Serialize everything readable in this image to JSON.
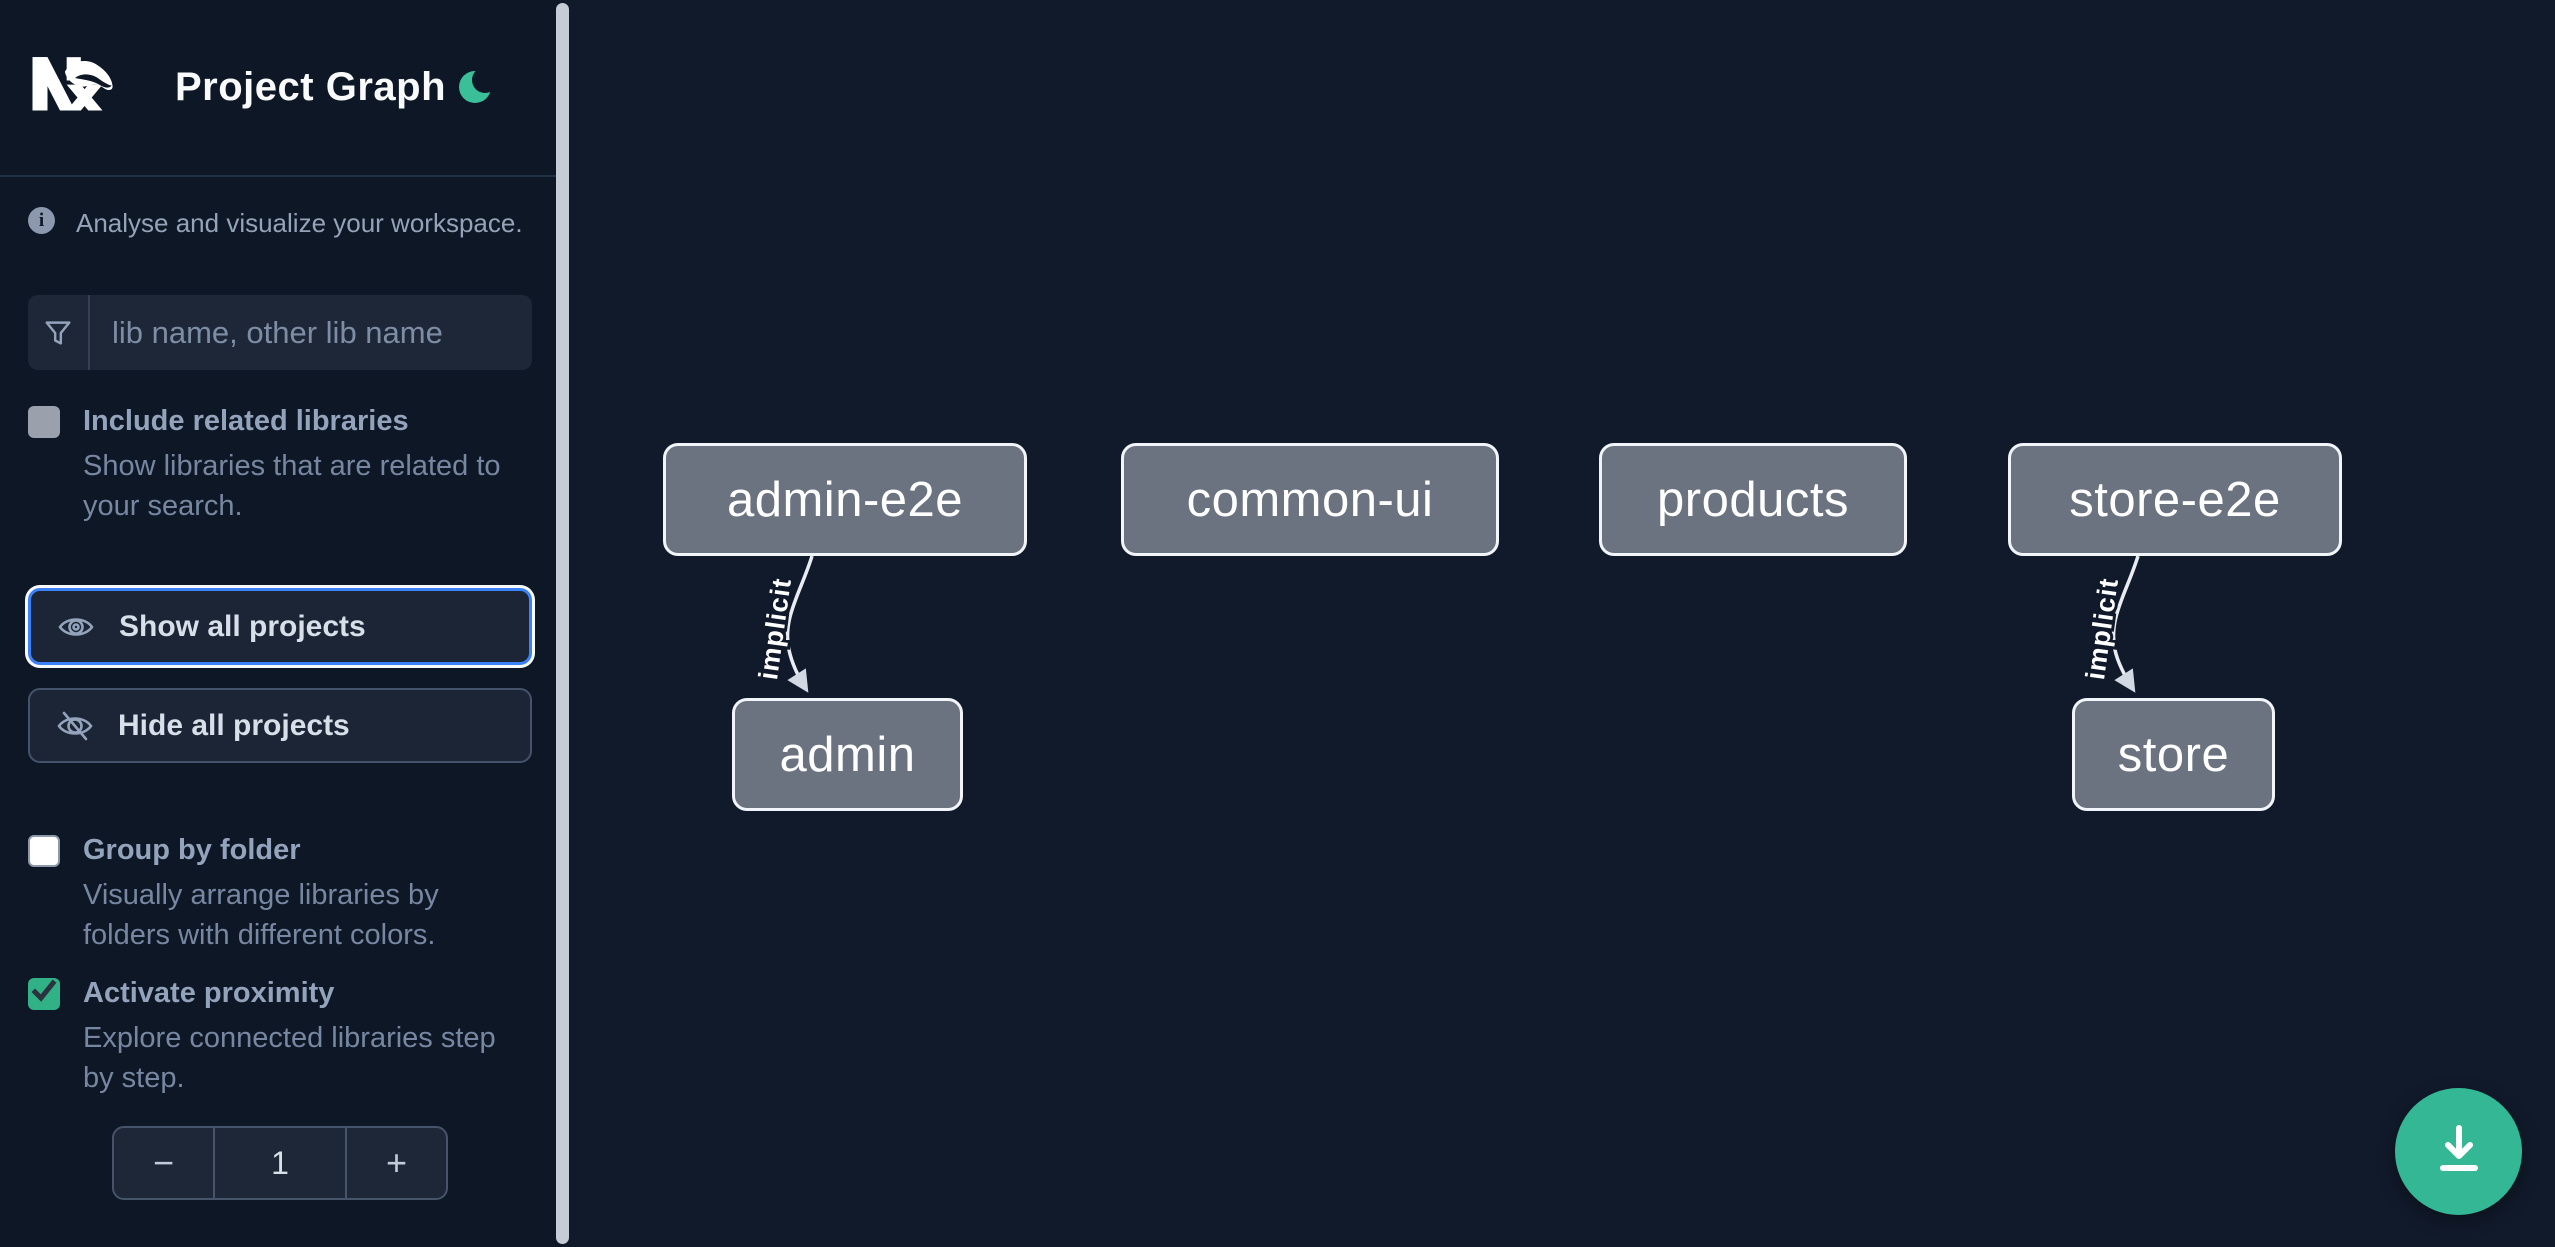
{
  "header": {
    "title": "Project Graph"
  },
  "sidebar": {
    "info_text": "Analyse and visualize your workspace.",
    "search": {
      "placeholder": "lib name, other lib name",
      "value": ""
    },
    "include_related": {
      "label": "Include related libraries",
      "desc_line1": "Show libraries that are related to",
      "desc_line2": "your search.",
      "checked": false,
      "disabled": true
    },
    "buttons": {
      "show_all": "Show all projects",
      "hide_all": "Hide all projects"
    },
    "group_by_folder": {
      "label": "Group by folder",
      "desc_line1": "Visually arrange libraries by",
      "desc_line2": "folders with different colors.",
      "checked": false
    },
    "proximity": {
      "label": "Activate proximity",
      "desc_line1": "Explore connected libraries step",
      "desc_line2": "by step.",
      "checked": true
    },
    "stepper": {
      "decrement": "−",
      "value": "1",
      "increment": "+"
    }
  },
  "graph": {
    "nodes": [
      {
        "id": "admin-e2e",
        "label": "admin-e2e"
      },
      {
        "id": "common-ui",
        "label": "common-ui"
      },
      {
        "id": "products",
        "label": "products"
      },
      {
        "id": "store-e2e",
        "label": "store-e2e"
      },
      {
        "id": "admin",
        "label": "admin"
      },
      {
        "id": "store",
        "label": "store"
      }
    ],
    "edges": [
      {
        "source": "admin-e2e",
        "target": "admin",
        "label": "implicit"
      },
      {
        "source": "store-e2e",
        "target": "store",
        "label": "implicit"
      }
    ]
  },
  "colors": {
    "accent_green": "#31b286",
    "fab_green": "#33b795",
    "focus_blue": "#3b82f6",
    "node_fill": "#6b7280",
    "bg_sidebar": "#0e1726",
    "bg_canvas": "#111a2b"
  }
}
